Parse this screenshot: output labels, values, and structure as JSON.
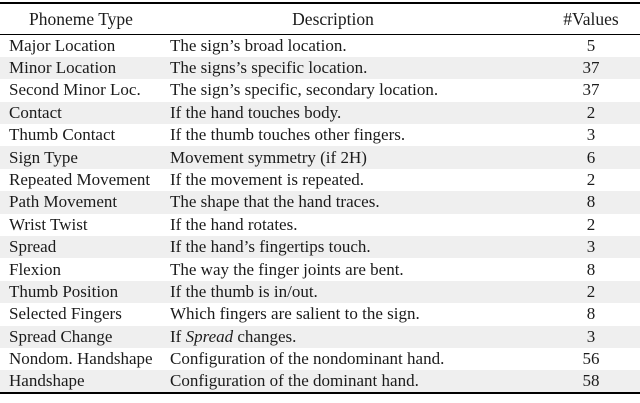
{
  "table": {
    "columns": {
      "phoneme_type": "Phoneme Type",
      "description": "Description",
      "num_values": "#Values"
    },
    "rows": [
      {
        "phoneme_type": "Major Location",
        "description": [
          {
            "text": "The sign’s broad location."
          }
        ],
        "num_values": "5"
      },
      {
        "phoneme_type": "Minor Location",
        "description": [
          {
            "text": "The signs’s specific location."
          }
        ],
        "num_values": "37"
      },
      {
        "phoneme_type": "Second Minor Loc.",
        "description": [
          {
            "text": "The sign’s specific, secondary location."
          }
        ],
        "num_values": "37"
      },
      {
        "phoneme_type": "Contact",
        "description": [
          {
            "text": "If the hand touches body."
          }
        ],
        "num_values": "2"
      },
      {
        "phoneme_type": "Thumb Contact",
        "description": [
          {
            "text": "If the thumb touches other fingers."
          }
        ],
        "num_values": "3"
      },
      {
        "phoneme_type": "Sign Type",
        "description": [
          {
            "text": "Movement symmetry (if 2H)"
          }
        ],
        "num_values": "6"
      },
      {
        "phoneme_type": "Repeated Movement",
        "description": [
          {
            "text": "If the movement is repeated."
          }
        ],
        "num_values": "2"
      },
      {
        "phoneme_type": "Path Movement",
        "description": [
          {
            "text": "The shape that the hand traces."
          }
        ],
        "num_values": "8"
      },
      {
        "phoneme_type": "Wrist Twist",
        "description": [
          {
            "text": "If the hand rotates."
          }
        ],
        "num_values": "2"
      },
      {
        "phoneme_type": "Spread",
        "description": [
          {
            "text": "If the hand’s fingertips touch."
          }
        ],
        "num_values": "3"
      },
      {
        "phoneme_type": "Flexion",
        "description": [
          {
            "text": "The way the finger joints are bent."
          }
        ],
        "num_values": "8"
      },
      {
        "phoneme_type": "Thumb Position",
        "description": [
          {
            "text": "If the thumb is in/out."
          }
        ],
        "num_values": "2"
      },
      {
        "phoneme_type": "Selected Fingers",
        "description": [
          {
            "text": "Which fingers are salient to the sign."
          }
        ],
        "num_values": "8"
      },
      {
        "phoneme_type": "Spread Change",
        "description": [
          {
            "text": "If "
          },
          {
            "text": "Spread",
            "italic": true
          },
          {
            "text": " changes."
          }
        ],
        "num_values": "3"
      },
      {
        "phoneme_type": "Nondom. Handshape",
        "description": [
          {
            "text": "Configuration of the nondominant hand."
          }
        ],
        "num_values": "56"
      },
      {
        "phoneme_type": "Handshape",
        "description": [
          {
            "text": "Configuration of the dominant hand."
          }
        ],
        "num_values": "58"
      }
    ]
  },
  "colors": {
    "stripe": "#efefef",
    "text": "#1b1b1b",
    "rule": "#000000"
  }
}
